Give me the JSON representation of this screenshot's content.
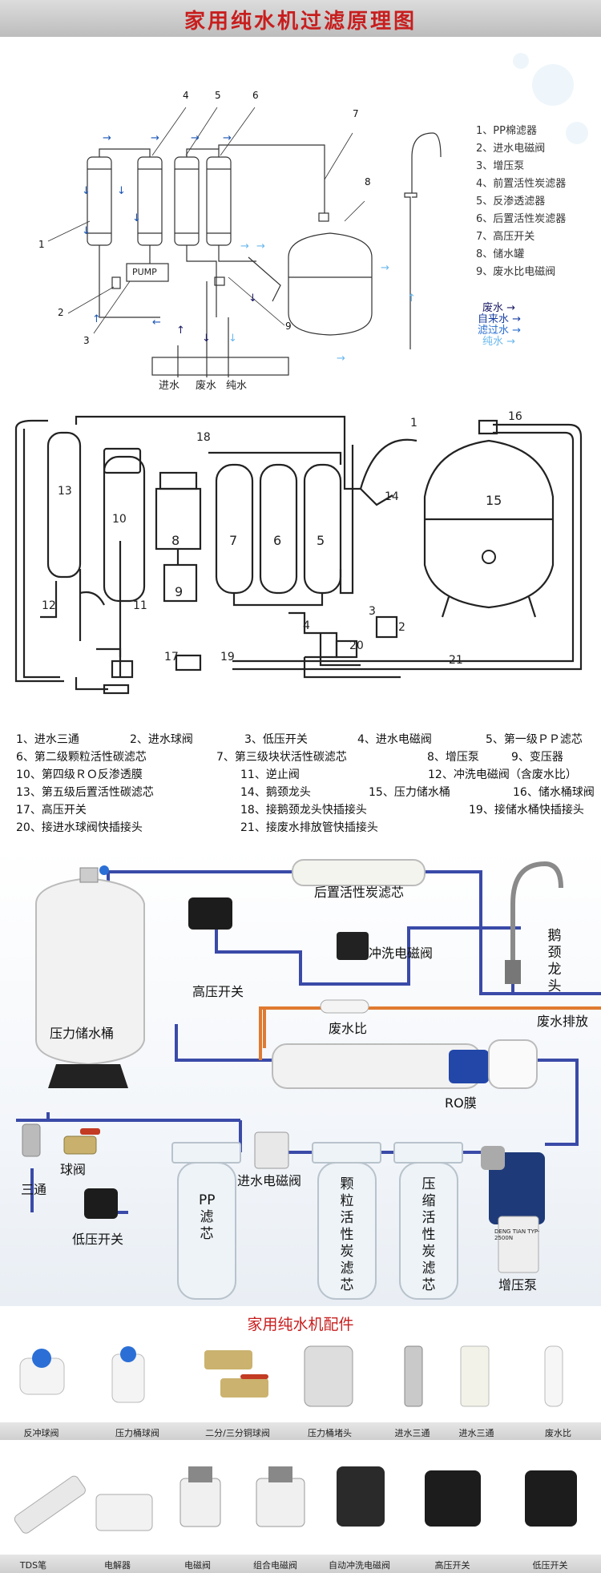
{
  "title": "家用纯水机过滤原理图",
  "section1": {
    "legend": [
      "1、PP棉滤器",
      "2、进水电磁阀",
      "3、增压泵",
      "4、前置活性炭滤器",
      "5、反渗透滤器",
      "6、后置活性炭滤器",
      "7、高压开关",
      "8、储水罐",
      "9、废水比电磁阀"
    ],
    "flow_labels": [
      "废水",
      "自来水",
      "滤过水",
      "纯水"
    ],
    "flow_colors": [
      "#1a1a66",
      "#1a3fa0",
      "#2a6fd0",
      "#6ab8ee"
    ],
    "bottom_labels": [
      "进水",
      "废水",
      "纯水"
    ],
    "pump_label": "PUMP",
    "numbers": [
      "1",
      "2",
      "3",
      "4",
      "5",
      "6",
      "7",
      "8",
      "9"
    ]
  },
  "section2": {
    "numbers": [
      "1",
      "2",
      "3",
      "4",
      "5",
      "6",
      "7",
      "8",
      "9",
      "10",
      "11",
      "12",
      "13",
      "14",
      "15",
      "16",
      "17",
      "18",
      "19",
      "20",
      "21"
    ]
  },
  "parts_list": [
    [
      "1、进水三通",
      "2、进水球阀",
      "3、低压开关",
      "4、进水电磁阀",
      "5、第一级ＰＰ滤芯"
    ],
    [
      "6、第二级颗粒活性碳滤芯",
      "7、第三级块状活性碳滤芯",
      "8、增压泵",
      "9、变压器"
    ],
    [
      "10、第四级ＲＯ反渗透膜",
      "11、逆止阀",
      "12、冲洗电磁阀（含废水比）"
    ],
    [
      "13、第五级后置活性碳滤芯",
      "14、鹅颈龙头",
      "15、压力储水桶",
      "16、储水桶球阀"
    ],
    [
      "17、高压开关",
      "18、接鹅颈龙头快插接头",
      "19、接储水桶快插接头"
    ],
    [
      "20、接进水球阀快插接头",
      "21、接废水排放管快插接头"
    ]
  ],
  "section3": {
    "post_filter": "后置活性炭滤芯",
    "faucet": "鹅颈龙头",
    "tank": "压力储水桶",
    "high_switch": "高压开关",
    "flush_valve": "冲洗电磁阀",
    "waste_ratio": "废水比",
    "drain": "废水排放",
    "ro": "RO膜",
    "tee": "三通",
    "ball_valve": "球阀",
    "low_switch": "低压开关",
    "inlet_valve": "进水电磁阀",
    "pp": "PP滤芯",
    "granular": "颗粒活性炭滤芯",
    "compressed": "压缩活性炭滤芯",
    "pump": "增压泵"
  },
  "accessories": {
    "title": "家用纯水机配件",
    "row1": [
      "反冲球阀",
      "压力桶球阀",
      "二分/三分铜球阀",
      "压力桶堵头",
      "进水三通",
      "进水三通",
      "废水比"
    ],
    "row2": [
      "TDS笔",
      "电解器",
      "电磁阀",
      "组合电磁阀",
      "自动冲洗电磁阀",
      "高压开关",
      "低压开关"
    ]
  },
  "pump_brand": "DENG TIAN TYP-2500N"
}
